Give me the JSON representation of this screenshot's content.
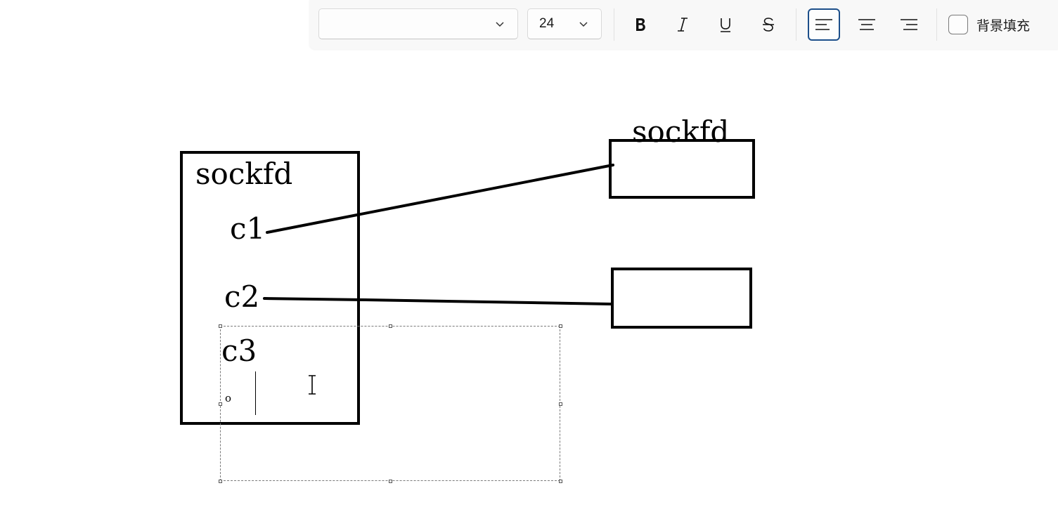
{
  "toolbar": {
    "font_family": {
      "value": ""
    },
    "font_size": {
      "value": "24"
    },
    "bold_icon": "bold-icon",
    "italic_icon": "italic-icon",
    "underline_icon": "underline-icon",
    "strikethrough_icon": "strikethrough-icon",
    "align_left_icon": "align-left-icon",
    "align_center_icon": "align-center-icon",
    "align_right_icon": "align-right-icon",
    "background_fill": {
      "label": "背景填充",
      "checked": false
    },
    "colors": {
      "active_border": "#1d4f8a",
      "toolbar_bg": "#f8f8f8"
    }
  },
  "canvas": {
    "texts": {
      "left_box_label": "sockfd",
      "c1": "c1",
      "c2": "c2",
      "c3": "c3",
      "bullet": "o",
      "right_label": "sockfd"
    }
  }
}
